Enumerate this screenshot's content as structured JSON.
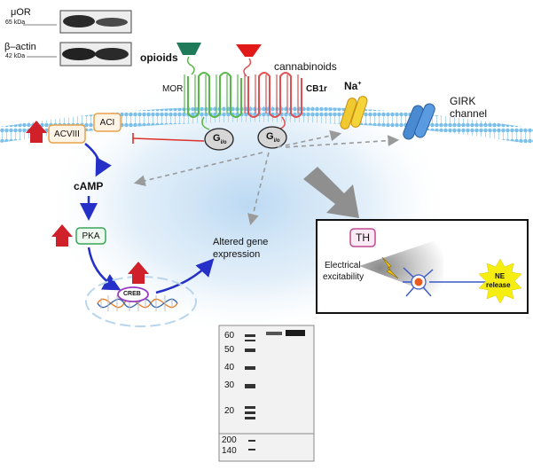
{
  "western_blot_top": {
    "rows": [
      {
        "label": "μOR",
        "kda": "65 kDa"
      },
      {
        "label": "β–actin",
        "kda": "42 kDa"
      }
    ]
  },
  "ligands": {
    "opioids": "opioids",
    "cannabinoids": "cannabinoids"
  },
  "receptors": {
    "mor": "MOR",
    "cb1r": "CB1r"
  },
  "channels": {
    "na_main": "Na",
    "na_sup": "+",
    "girk_line1": "GIRK",
    "girk_line2": "channel"
  },
  "g_protein": {
    "g": "G",
    "sub": "i/o"
  },
  "cyclases": {
    "acviii": "ACVIII",
    "aci": "ACI"
  },
  "pathway": {
    "camp": "cAMP",
    "pka": "PKA",
    "creb": "CREB",
    "altered_line1": "Altered gene",
    "altered_line2": "expression"
  },
  "neuron_panel": {
    "th": "TH",
    "electrical_line1": "Electrical",
    "electrical_line2": "excitability",
    "ne_line1": "NE",
    "ne_line2": "release"
  },
  "gel": {
    "left_ladder_labels": [
      "60",
      "50",
      "40",
      "30",
      "20"
    ],
    "bottom_ladder_labels": [
      "200",
      "140"
    ]
  },
  "colors": {
    "up_arrow": "#d0202a",
    "blue_arrow": "#2430c8",
    "dashed_gray": "#9a9a9a",
    "inhibit_red": "#e0302a",
    "mor_green": "#58b848",
    "cb1_red": "#e05050",
    "opioid_ligand": "#1f7a5a",
    "cannabinoid_ligand": "#e31a1a",
    "membrane_blue": "#6fb4e0",
    "box_orange": "#e8a24a",
    "box_green": "#3aa35a",
    "th_pink": "#c04a90"
  }
}
